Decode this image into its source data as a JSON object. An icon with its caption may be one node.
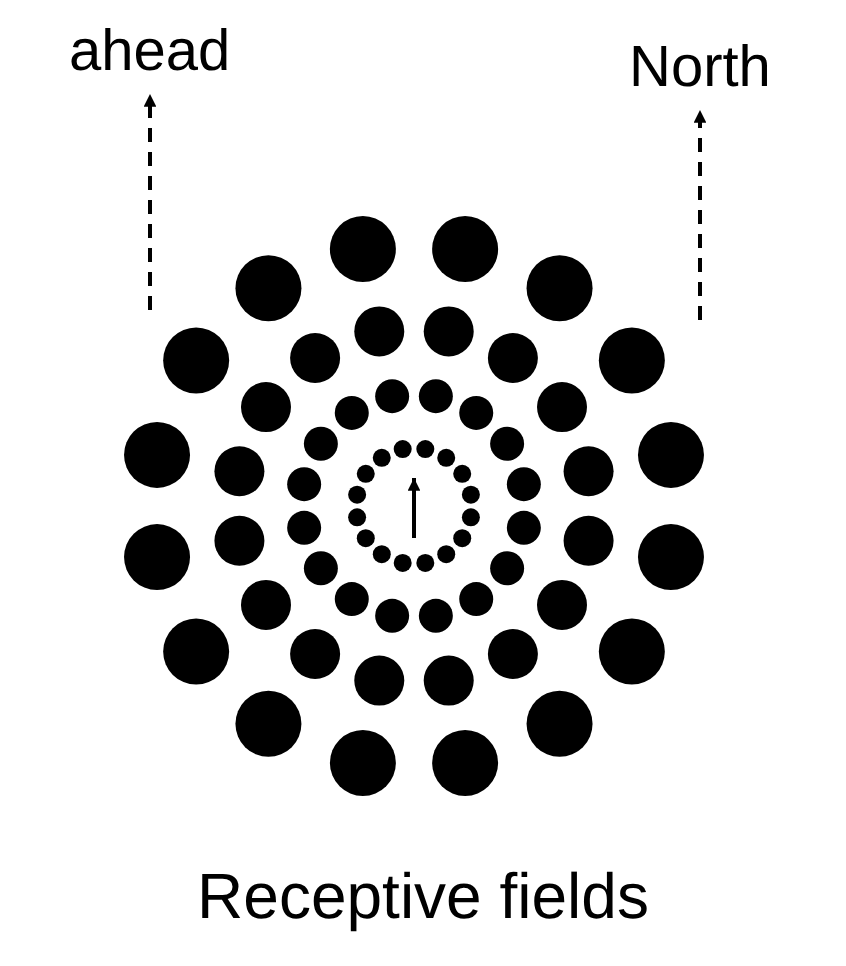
{
  "diagram": {
    "caption": "Receptive fields",
    "nodes": [
      {
        "text": [
          "ahead"
        ]
      },
      {
        "text": [
          "North"
        ]
      }
    ],
    "edges": [
      {
        "from": null,
        "to": 0,
        "arrow": "to",
        "style": "dashed"
      },
      {
        "from": null,
        "to": 1,
        "arrow": "to",
        "style": "dashed"
      }
    ]
  }
}
